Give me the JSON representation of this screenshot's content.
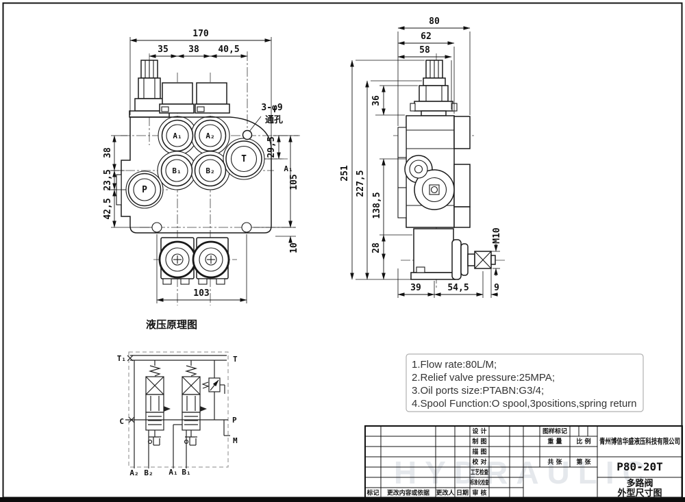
{
  "front_view": {
    "dim_width_total": "170",
    "dim_spacing_1": "35",
    "dim_spacing_2": "38",
    "dim_spacing_3": "40,5",
    "hole_callout": "3-φ9",
    "hole_callout_note": "通孔",
    "dim_t_offset": "29,5",
    "section_mark": "A₁",
    "dim_port_height": "105",
    "dim_bottom_offset": "10",
    "dim_left_1": "38",
    "dim_left_2": "23,5",
    "dim_left_3": "42,5",
    "dim_mount_spacing": "103",
    "ports": {
      "a1": "A₁",
      "a2": "A₂",
      "b1": "B₁",
      "b2": "B₂",
      "t": "T",
      "p": "P"
    }
  },
  "side_view": {
    "dim_depth_total": "80",
    "dim_depth_2": "62",
    "dim_depth_3": "58",
    "dim_cap_height": "36",
    "dim_height_total": "251",
    "dim_height_2": "227,5",
    "dim_height_3": "138,5",
    "dim_lower": "28",
    "thread_label": "M10",
    "dim_bottom_1": "39",
    "dim_bottom_2": "54,5",
    "dim_bottom_3": "9"
  },
  "schematic": {
    "title": "液压原理图",
    "ports": {
      "t1": "T₁",
      "t": "T",
      "c": "C",
      "p": "P",
      "m": "M",
      "a2": "A₂",
      "b2": "B₂",
      "a1": "A₁",
      "b1": "B₁"
    }
  },
  "notes": {
    "line1": "1.Flow rate:80L/M;",
    "line2": "2.Relief valve pressure:25MPA;",
    "line3": "3.Oil ports size:PTABN:G3/4;",
    "line4": "4.Spool Function:O spool,3positions,spring return"
  },
  "title_block": {
    "design": "设 计",
    "draft": "制 图",
    "trace": "描 图",
    "proof": "校 对",
    "process_check": "工艺检查",
    "standard_check": "标准化检查",
    "review": "审 核",
    "mark": "标记",
    "change_content": "更改内容或依据",
    "changed_by": "更改人",
    "date": "日期",
    "drawing_mark": "图样标记",
    "weight": "重 量",
    "scale": "比 例",
    "total_sheets": "共 张",
    "sheet_number": "第 张",
    "company": "青州博信华盛液压科技有限公司",
    "model": "P80-20T",
    "product_name": "多路阀",
    "drawing_type": "外型尺寸图"
  },
  "watermark": "HYDRAULIC",
  "colors": {
    "line": "#1a1a1a",
    "watermark": "#ccd2da",
    "notes_border": "#b0b0b0"
  }
}
